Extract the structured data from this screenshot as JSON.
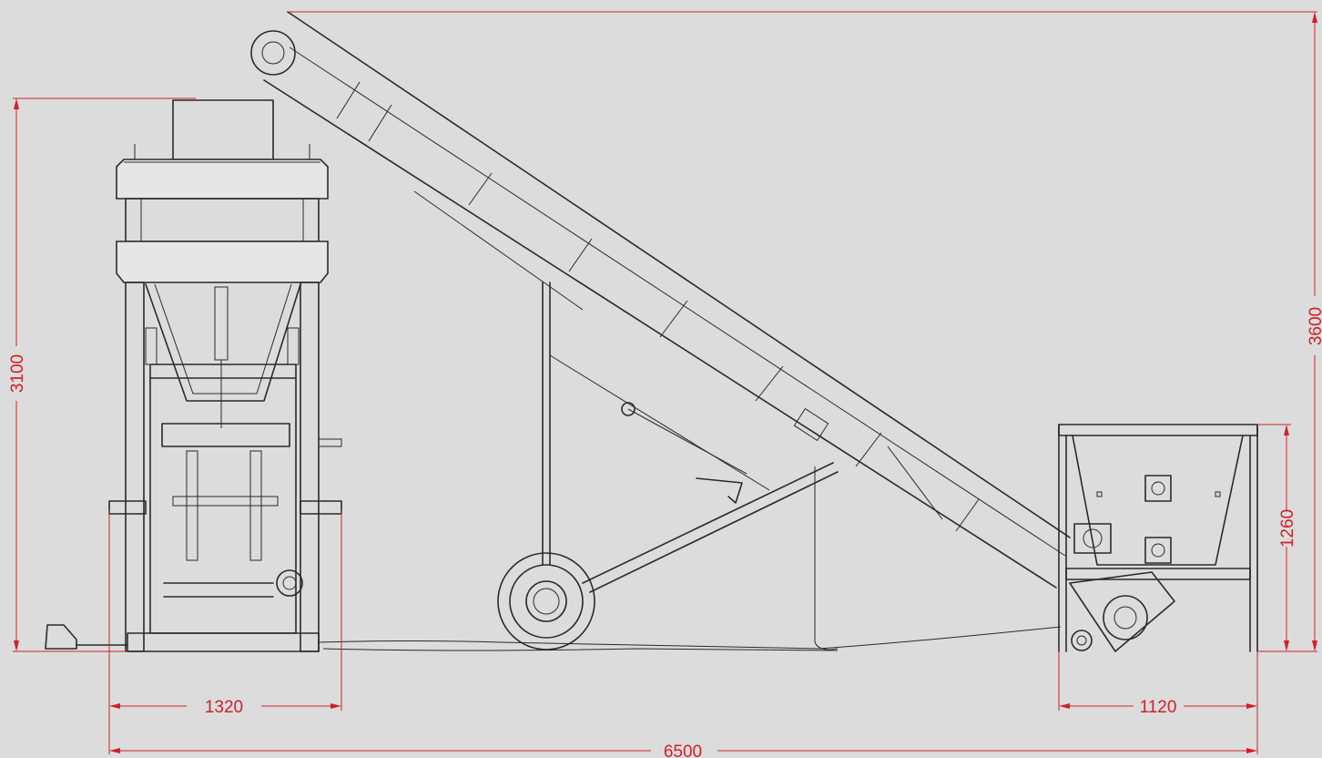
{
  "colors": {
    "background": "#dcdcdc",
    "dimension": "#d21f2b",
    "machine": "#2a2a2a"
  },
  "dimensions": {
    "overall_height": "3100",
    "conveyor_height": "3600",
    "hopper_height": "1260",
    "machine_width": "1320",
    "hopper_width": "1120",
    "total_length": "6500"
  }
}
